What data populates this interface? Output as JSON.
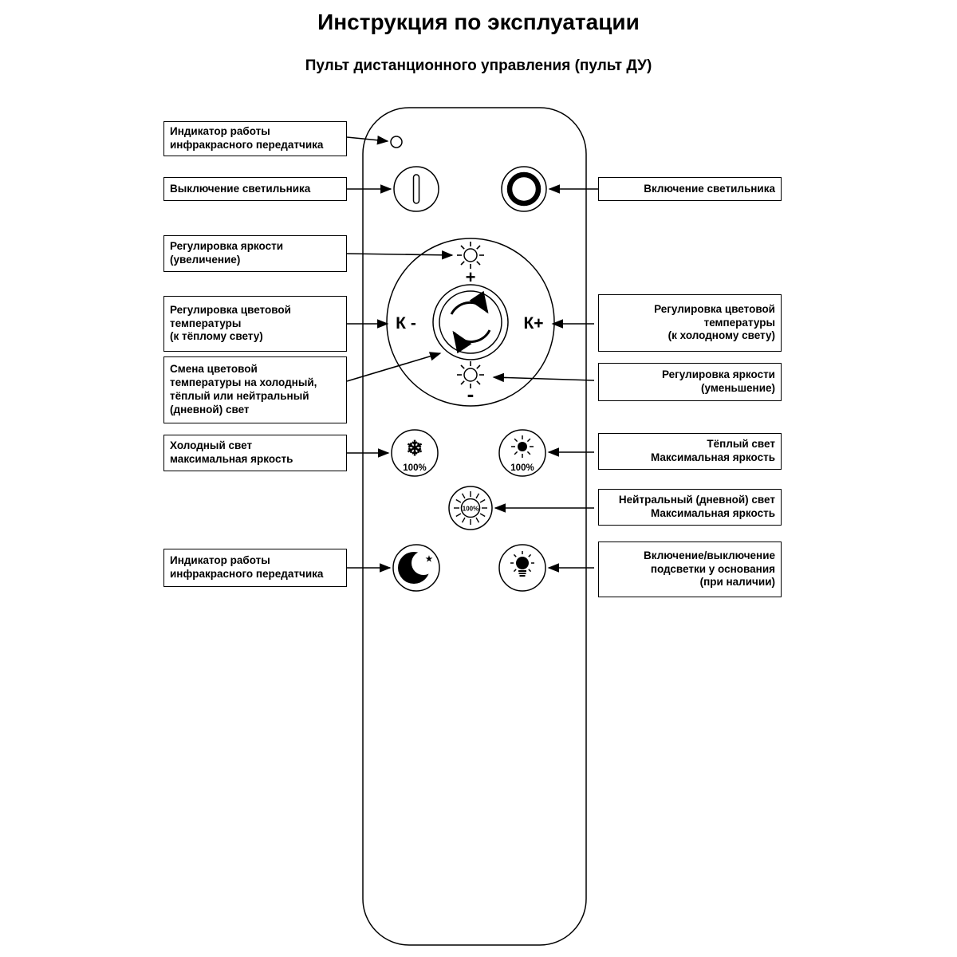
{
  "title": "Инструкция по эксплуатации",
  "subtitle": "Пульт дистанционного управления (пульт ДУ)",
  "labels": {
    "ir_indicator_top": "Индикатор работы\nинфракрасного передатчика",
    "turn_off": "Выключение светильника",
    "brightness_up": "Регулировка яркости\n(увеличение)",
    "warm_temp": "Регулировка цветовой\nтемпературы\n(к тёплому свету)",
    "change_temp": "Смена цветовой\nтемпературы на холодный,\nтёплый или нейтральный\n(дневной) свет",
    "cold_max": "Холодный свет\nмаксимальная яркость",
    "ir_indicator_bottom": "Индикатор работы\nинфракрасного передатчика",
    "turn_on": "Включение светильника",
    "cold_temp": "Регулировка цветовой\nтемпературы\n(к холодному свету)",
    "brightness_down": "Регулировка яркости\n(уменьшение)",
    "warm_max": "Тёплый свет\nМаксимальная яркость",
    "neutral_max": "Нейтральный (дневной) свет\nМаксимальная яркость",
    "base_light": "Включение/выключение\nподсветки у основания\n(при наличии)"
  },
  "remote": {
    "k_minus": "К -",
    "k_plus": "К+",
    "brightness_plus": "+",
    "brightness_minus": "-",
    "cold_percent": "100%",
    "warm_percent": "100%",
    "neutral_percent": "100%",
    "snowflake_icon": "❄",
    "star_icon": "★"
  },
  "colors": {
    "line": "#000000",
    "background": "#ffffff"
  }
}
